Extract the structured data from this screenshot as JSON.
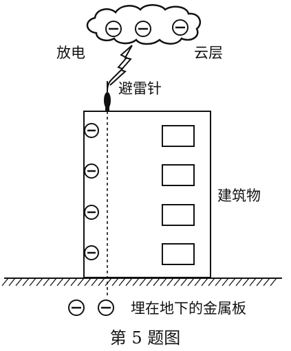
{
  "labels": {
    "discharge": "放电",
    "cloud_layer": "云层",
    "lightning_rod": "避雷针",
    "building": "建筑物",
    "buried_plate": "埋在地下的金属板"
  },
  "charge_symbol": "−",
  "caption": "第 5 题图"
}
